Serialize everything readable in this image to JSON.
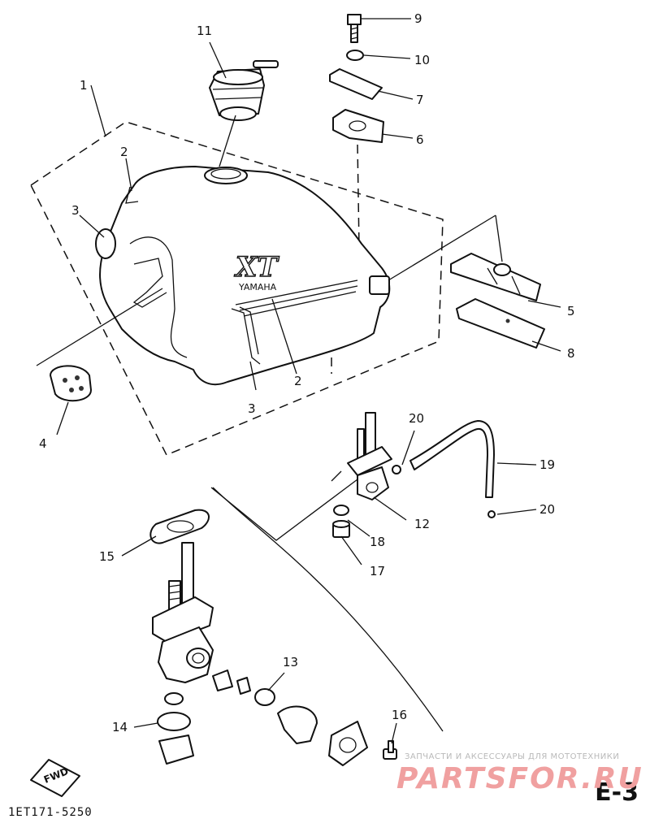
{
  "callouts": {
    "c1": "1",
    "c2a": "2",
    "c2b": "2",
    "c3a": "3",
    "c3b": "3",
    "c4": "4",
    "c5": "5",
    "c6": "6",
    "c7": "7",
    "c8": "8",
    "c9": "9",
    "c10": "10",
    "c11": "11",
    "c12": "12",
    "c13": "13",
    "c14": "14",
    "c15": "15",
    "c16": "16",
    "c17": "17",
    "c18": "18",
    "c19": "19",
    "c20a": "20",
    "c20b": "20"
  },
  "tank_label": {
    "brand": "YAMAHA",
    "logo": "XT"
  },
  "fwd_label": "FWD",
  "catalog_code": "1ET171-5250",
  "page_id": "E-3",
  "watermark": {
    "caption": "ЗАПЧАСТИ И АКСЕССУАРЫ ДЛЯ МОТОТЕХНИКИ",
    "logo": "PARTSFOR.RU"
  }
}
